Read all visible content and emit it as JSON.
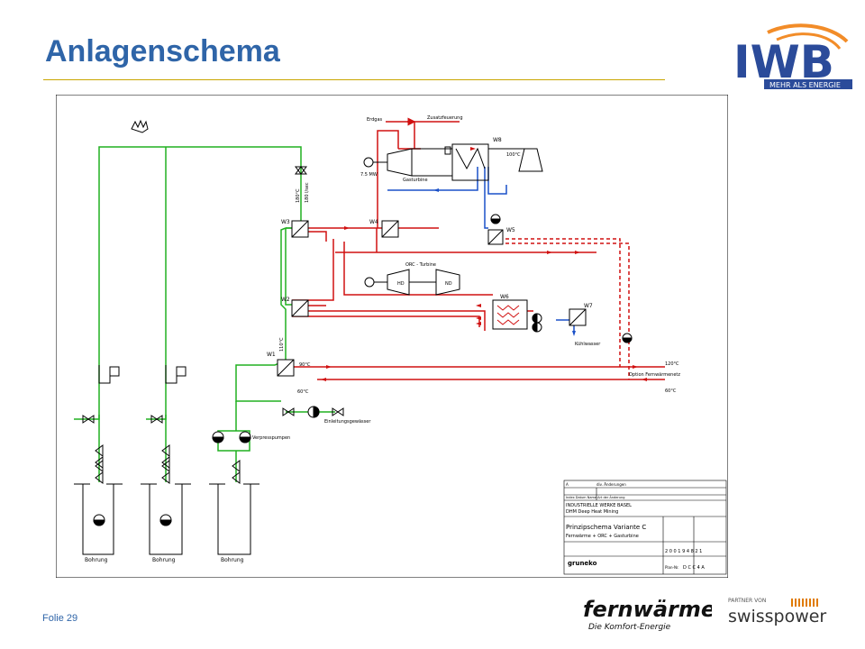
{
  "slide": {
    "title": "Anlagenschema",
    "footer": "Folie 29"
  },
  "logos": {
    "iwb_letters": "IWB",
    "iwb_tagline": "MEHR ALS ENERGIE",
    "fernwaerme": "fernwärme",
    "fernwaerme_tagline": "Die Komfort-Energie",
    "partner_label": "PARTNER VON",
    "swisspower": "swisspower"
  },
  "diagram": {
    "labels": {
      "erdgas": "Erdgas",
      "zusatzfeuerung": "Zusatzfeuerung",
      "gasturbine": "Gasturbine",
      "mw": "7.5 MW",
      "w8": "W8",
      "t100": "100°C",
      "w3": "W3",
      "w4": "W4",
      "w5": "W5",
      "w2": "W2",
      "w6": "W6",
      "w7": "W7",
      "w1": "W1",
      "orc": "ORC - Turbine",
      "hd": "HD",
      "nd": "ND",
      "vert1": "180°C",
      "vert2": "180 l/sec",
      "vert3": "110°C",
      "t90": "90°C",
      "t60a": "60°C",
      "t120": "120°C",
      "t60b": "60°C",
      "option": "Option Fernwärmenetz",
      "kuehlwasser": "Kühlwasser",
      "einleitung": "Einleitungsgewässer",
      "verpress": "Verpresspumpen",
      "bohrung": "Bohrung"
    },
    "titleblock": {
      "rev": "A",
      "revtext": "div. Änderungen",
      "header_cols": "Index  Datum  Name  Art der Änderung",
      "l1": "INDUSTRIELLE WERKE BASEL",
      "l2": "DHM Deep Heat Mining",
      "t1": "Prinzipschema Variante C",
      "t2": "Fernwärme + ORC + Gasturbine",
      "firm": "gruneko",
      "docno": "2 0 0 1 9 4 8 2 1",
      "planno": "D C C 4  A",
      "planlabel": "Plan-Nr."
    }
  }
}
